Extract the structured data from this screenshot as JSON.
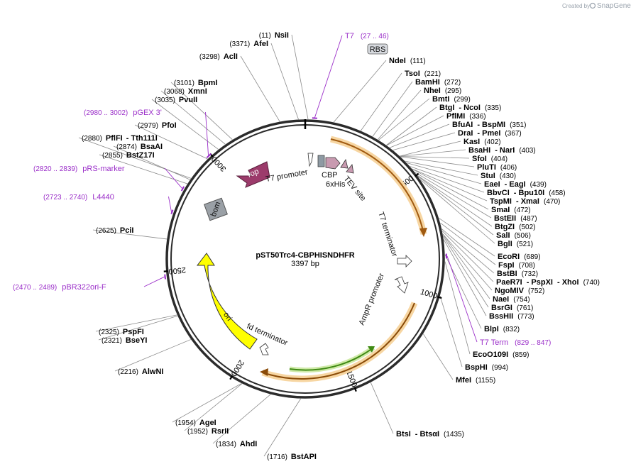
{
  "plasmid": {
    "name": "pST50Trc4-CBPHISNDHFR",
    "size_label": "3397 bp",
    "length": 3397
  },
  "credit": {
    "prefix": "Created by",
    "brand": "SnapGene"
  },
  "ticks": [
    {
      "pos": 500,
      "label": "500"
    },
    {
      "pos": 1000,
      "label": "1000"
    },
    {
      "pos": 1500,
      "label": "1500"
    },
    {
      "pos": 2000,
      "label": "2000"
    },
    {
      "pos": 2500,
      "label": "2500"
    },
    {
      "pos": 3000,
      "label": "3000"
    }
  ],
  "sites": [
    {
      "id": "nsii",
      "name": "NsiI",
      "pos": "(11)",
      "bp": 11
    },
    {
      "id": "afei",
      "name": "AfeI",
      "pos": "(3371)",
      "bp": 3371
    },
    {
      "id": "acli",
      "name": "AclI",
      "pos": "(3298)",
      "bp": 3298
    },
    {
      "id": "ndei",
      "name": "NdeI",
      "pos": "(111)",
      "bp": 111
    },
    {
      "id": "tsoi",
      "name": "TsoI",
      "pos": "(221)",
      "bp": 221
    },
    {
      "id": "bamhi",
      "name": "BamHI",
      "pos": "(272)",
      "bp": 272
    },
    {
      "id": "nhei",
      "name": "NheI",
      "pos": "(295)",
      "bp": 295
    },
    {
      "id": "bmti",
      "name": "BmtI",
      "pos": "(299)",
      "bp": 299
    },
    {
      "id": "btgi",
      "name": "BtgI",
      "name2": "NcoI",
      "pos": "(335)",
      "bp": 335
    },
    {
      "id": "pflmi",
      "name": "PflMI",
      "pos": "(336)",
      "bp": 336
    },
    {
      "id": "bfuai",
      "name": "BfuAI",
      "name2": "BspMI",
      "pos": "(351)",
      "bp": 351
    },
    {
      "id": "drai",
      "name": "DraI",
      "name2": "PmeI",
      "pos": "(367)",
      "bp": 367
    },
    {
      "id": "kasi",
      "name": "KasI",
      "pos": "(402)",
      "bp": 402
    },
    {
      "id": "bsahi",
      "name": "BsaHI",
      "name2": "NarI",
      "pos": "(403)",
      "bp": 403
    },
    {
      "id": "sfoi",
      "name": "SfoI",
      "pos": "(404)",
      "bp": 404
    },
    {
      "id": "plui",
      "name": "PluTI",
      "pos": "(406)",
      "bp": 406
    },
    {
      "id": "stui",
      "name": "StuI",
      "pos": "(430)",
      "bp": 430
    },
    {
      "id": "eaei",
      "name": "EaeI",
      "name2": "EagI",
      "pos": "(439)",
      "bp": 439
    },
    {
      "id": "bbvci",
      "name": "BbvCI",
      "name2": "Bpu10I",
      "pos": "(458)",
      "bp": 458
    },
    {
      "id": "tspmi",
      "name": "TspMI",
      "name2": "XmaI",
      "pos": "(470)",
      "bp": 470
    },
    {
      "id": "smai",
      "name": "SmaI",
      "pos": "(472)",
      "bp": 472
    },
    {
      "id": "bsteii",
      "name": "BstEII",
      "pos": "(487)",
      "bp": 487
    },
    {
      "id": "btgzi",
      "name": "BtgZI",
      "pos": "(502)",
      "bp": 502
    },
    {
      "id": "sali",
      "name": "SalI",
      "pos": "(506)",
      "bp": 506
    },
    {
      "id": "bgli",
      "name": "BglI",
      "pos": "(521)",
      "bp": 521
    },
    {
      "id": "ecori",
      "name": "EcoRI",
      "pos": "(689)",
      "bp": 689
    },
    {
      "id": "fspi",
      "name": "FspI",
      "pos": "(708)",
      "bp": 708
    },
    {
      "id": "bstbi",
      "name": "BstBI",
      "pos": "(732)",
      "bp": 732
    },
    {
      "id": "paer7i",
      "name": "PaeR7I",
      "name2": "PspXI",
      "name3": "XhoI",
      "pos": "(740)",
      "bp": 740
    },
    {
      "id": "ngomiv",
      "name": "NgoMIV",
      "pos": "(752)",
      "bp": 752
    },
    {
      "id": "naei",
      "name": "NaeI",
      "pos": "(754)",
      "bp": 754
    },
    {
      "id": "bsrgi",
      "name": "BsrGI",
      "pos": "(761)",
      "bp": 761
    },
    {
      "id": "bsshii",
      "name": "BssHII",
      "pos": "(773)",
      "bp": 773
    },
    {
      "id": "blpi",
      "name": "BlpI",
      "pos": "(832)",
      "bp": 832
    },
    {
      "id": "eco0109i",
      "name": "EcoO109I",
      "pos": "(859)",
      "bp": 859
    },
    {
      "id": "bsphi",
      "name": "BspHI",
      "pos": "(994)",
      "bp": 994
    },
    {
      "id": "mfei",
      "name": "MfeI",
      "pos": "(1155)",
      "bp": 1155
    },
    {
      "id": "btsi",
      "name": "BtsI",
      "name2": "BtsαI",
      "pos": "(1435)",
      "bp": 1435
    },
    {
      "id": "bstapi",
      "name": "BstAPI",
      "pos": "(1716)",
      "bp": 1716
    },
    {
      "id": "ahdi",
      "name": "AhdI",
      "pos": "(1834)",
      "bp": 1834
    },
    {
      "id": "rsrii",
      "name": "RsrII",
      "pos": "(1952)",
      "bp": 1952
    },
    {
      "id": "agei",
      "name": "AgeI",
      "pos": "(1954)",
      "bp": 1954
    },
    {
      "id": "alwni",
      "name": "AlwNI",
      "pos": "(2216)",
      "bp": 2216
    },
    {
      "id": "bseyi",
      "name": "BseYI",
      "pos": "(2321)",
      "bp": 2321
    },
    {
      "id": "pspfi",
      "name": "PspFI",
      "pos": "(2325)",
      "bp": 2325
    },
    {
      "id": "pcii",
      "name": "PciI",
      "pos": "(2625)",
      "bp": 2625
    },
    {
      "id": "bstz17i",
      "name": "BstZ17I",
      "pos": "(2855)",
      "bp": 2855
    },
    {
      "id": "bsaai",
      "name": "BsaAI",
      "pos": "(2874)",
      "bp": 2874
    },
    {
      "id": "pflfi",
      "name": "PflFI",
      "name2": "Tth111I",
      "pos": "(2880)",
      "bp": 2880
    },
    {
      "id": "pfoi",
      "name": "PfoI",
      "pos": "(2979)",
      "bp": 2979
    },
    {
      "id": "pvuii",
      "name": "PvuII",
      "pos": "(3035)",
      "bp": 3035
    },
    {
      "id": "xmni",
      "name": "XmnI",
      "pos": "(3068)",
      "bp": 3068
    },
    {
      "id": "bpmi",
      "name": "BpmI",
      "pos": "(3101)",
      "bp": 3101
    }
  ],
  "primers": [
    {
      "id": "t7",
      "name": "T7",
      "range": "(27 .. 46)",
      "start": 27,
      "end": 46
    },
    {
      "id": "t7term",
      "name": "T7 Term",
      "range": "(829 .. 847)",
      "start": 829,
      "end": 847
    },
    {
      "id": "pgex3",
      "name": "pGEX 3'",
      "range": "(2980 .. 3002)",
      "start": 2980,
      "end": 3002
    },
    {
      "id": "prsmarker",
      "name": "pRS-marker",
      "range": "(2820 .. 2839)",
      "start": 2820,
      "end": 2839
    },
    {
      "id": "l4440",
      "name": "L4440",
      "range": "(2723 .. 2740)",
      "start": 2723,
      "end": 2740
    },
    {
      "id": "pbr322ori",
      "name": "pBR322ori-F",
      "range": "(2470 .. 2489)",
      "start": 2470,
      "end": 2489
    }
  ],
  "features": {
    "rbs": "RBS",
    "rop": "rop",
    "bom": "bom",
    "ori": "ori",
    "t7_promoter": "T7 promoter",
    "cbp": "CBP",
    "his": "6xHis",
    "tev": "TEV site",
    "t7_terminator": "T7 terminator",
    "ampr_promoter": "AmpR promoter",
    "fd_terminator": "fd terminator"
  },
  "colors": {
    "ring": "#2b2b2b",
    "primer": "#9b2fc9",
    "cds_fill": "#f4b266",
    "cds_line": "#8a4b08",
    "dhfr": "#f5a623",
    "green": "#5a9e1e",
    "ori": "#ffff00",
    "rop": "#9c3b6b",
    "bom": "#9aa0a6",
    "cbp": "#c89ab0"
  }
}
